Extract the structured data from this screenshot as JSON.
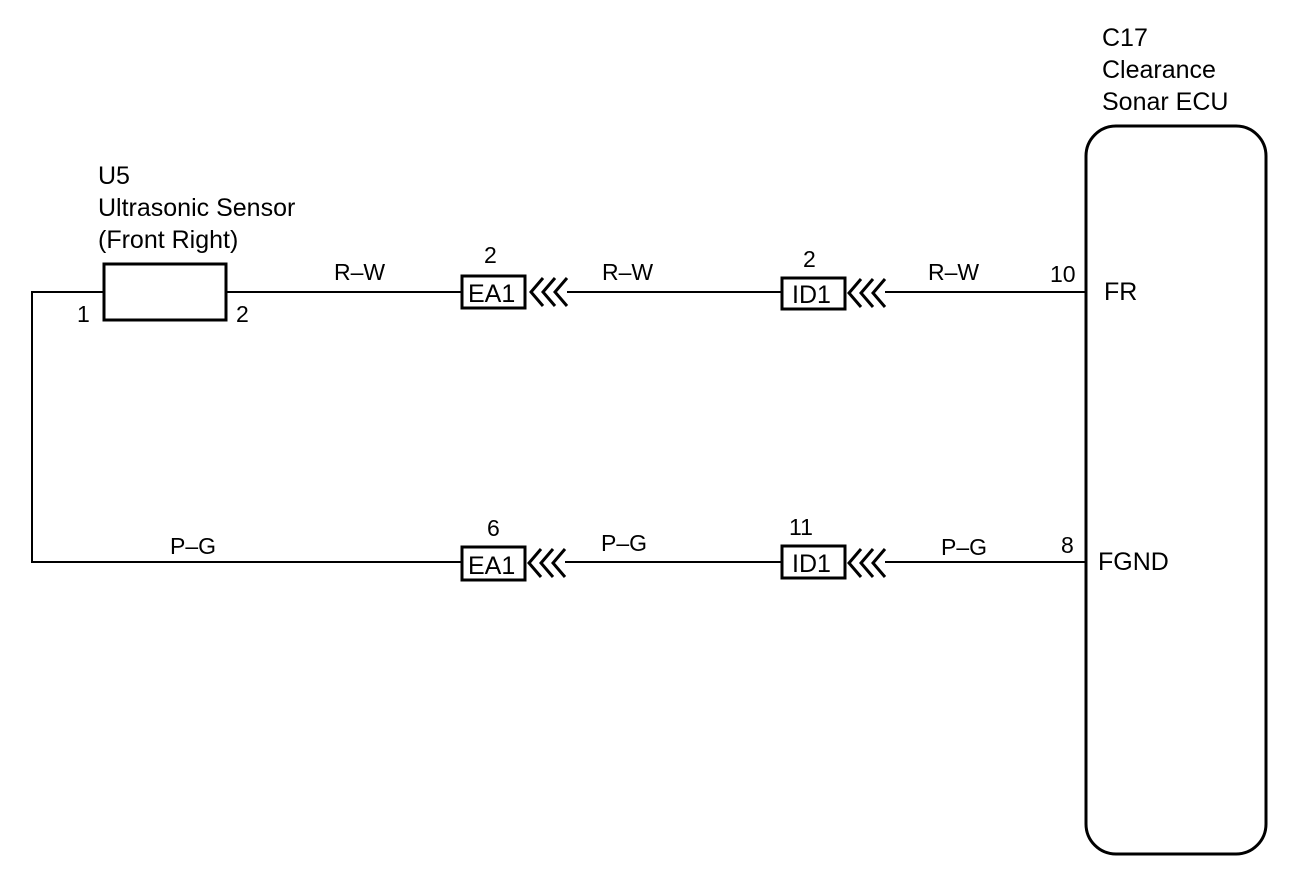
{
  "sensor": {
    "code": "U5",
    "name": "Ultrasonic Sensor",
    "position": "(Front Right)",
    "pin_left": "1",
    "pin_right": "2"
  },
  "ecu": {
    "code": "C17",
    "name_line1": "Clearance",
    "name_line2": "Sonar ECU",
    "terminals": [
      {
        "pin": "10",
        "label": "FR"
      },
      {
        "pin": "8",
        "label": "FGND"
      }
    ]
  },
  "circuits": [
    {
      "wire_color_1": "R–W",
      "wire_color_2": "R–W",
      "wire_color_3": "R–W",
      "connector_1": {
        "name": "EA1",
        "pin": "2"
      },
      "connector_2": {
        "name": "ID1",
        "pin": "2"
      }
    },
    {
      "wire_color_1": "P–G",
      "wire_color_2": "P–G",
      "wire_color_3": "P–G",
      "connector_1": {
        "name": "EA1",
        "pin": "6"
      },
      "connector_2": {
        "name": "ID1",
        "pin": "11"
      }
    }
  ]
}
